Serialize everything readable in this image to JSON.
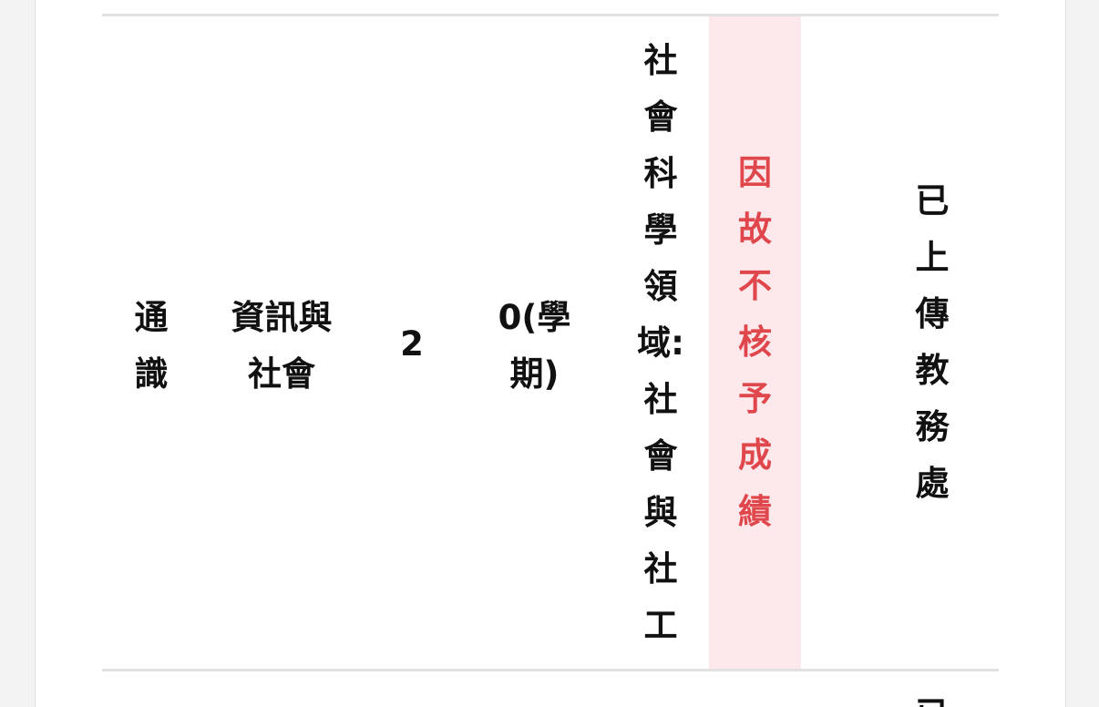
{
  "table": {
    "row": {
      "category": "通識",
      "course_name": "資訊與社會",
      "credits": "2",
      "hours": "0(學期)",
      "domain": "社會科學領域:社會與社工",
      "grade_status": "因故不核予成績",
      "upload_status": "已上傳教務處"
    },
    "next_row_partial": {
      "upload_status_first_char": "已"
    }
  },
  "colors": {
    "status_text": "#e0474c",
    "status_highlight": "#fde8ec",
    "text": "#111111",
    "divider": "#e2e2e2"
  }
}
